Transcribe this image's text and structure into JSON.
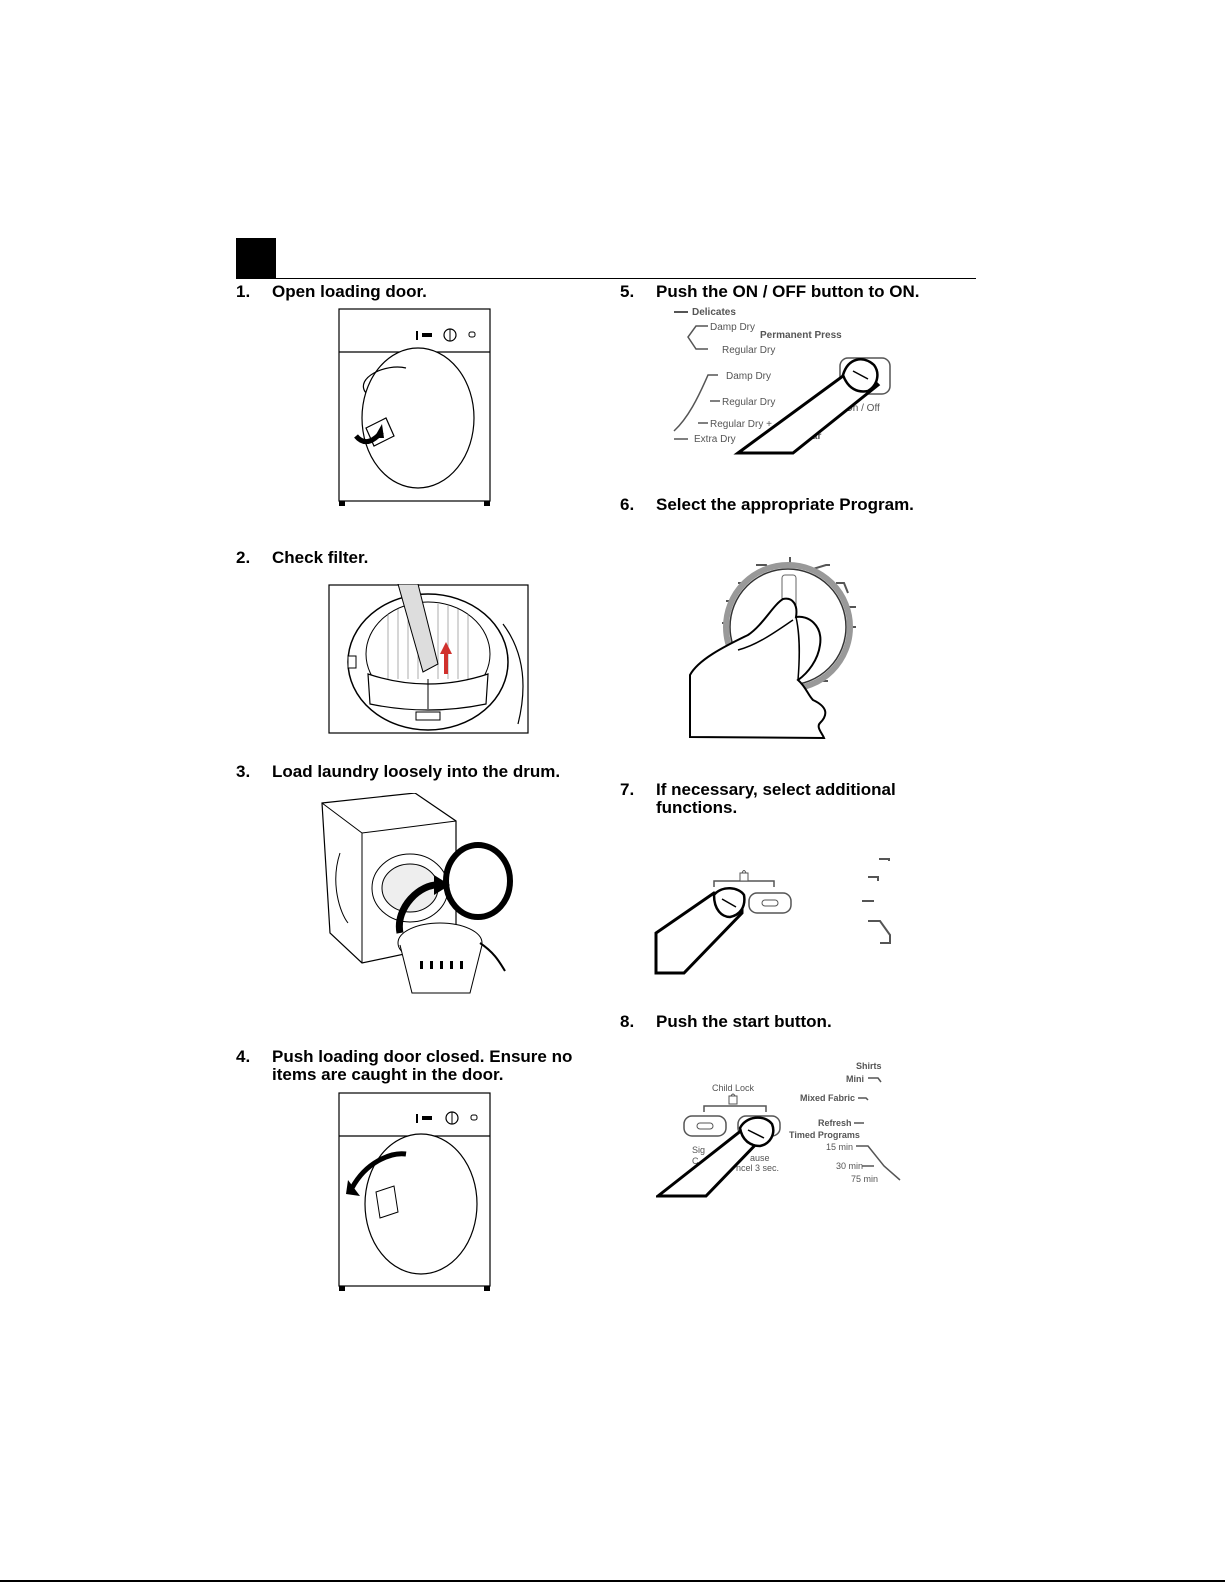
{
  "steps": [
    {
      "num": "1.",
      "text": "Open loading door."
    },
    {
      "num": "2.",
      "text": "Check filter."
    },
    {
      "num": "3.",
      "text": "Load laundry loosely into the drum."
    },
    {
      "num": "4.",
      "text": "Push loading door closed. Ensure no items are caught in the door."
    },
    {
      "num": "5.",
      "text": "Push the ON / OFF button to ON."
    },
    {
      "num": "6.",
      "text": "Select the appropriate Program."
    },
    {
      "num": "7.",
      "text": "If necessary, select additional functions."
    },
    {
      "num": "8.",
      "text": "Push the start button."
    }
  ],
  "fig5": {
    "delicates": "Delicates",
    "damp_dry_1": "Damp Dry",
    "permanent_press": "Permanent Press",
    "regular_dry_1": "Regular Dry",
    "damp_dry_2": "Damp Dry",
    "regular_dry_2": "Regular Dry",
    "regular_dry_plus": "Regular Dry +",
    "extra_dry": "Extra Dry",
    "on_off": "On / Off",
    "regular": "ular"
  },
  "fig8": {
    "shirts": "Shirts",
    "mini": "Mini",
    "child_lock": "Child Lock",
    "mixed_fabric": "Mixed Fabric",
    "refresh": "Refresh",
    "timed_programs": "Timed Programs",
    "t15": "15 min",
    "t30": "30 min",
    "t75": "75 min",
    "sig": "Sig",
    "c": "C",
    "ause": "ause",
    "cancel": "ncel 3 sec."
  },
  "colors": {
    "ink": "#000000",
    "label": "#555555",
    "filter_arrow": "#d0312d"
  }
}
